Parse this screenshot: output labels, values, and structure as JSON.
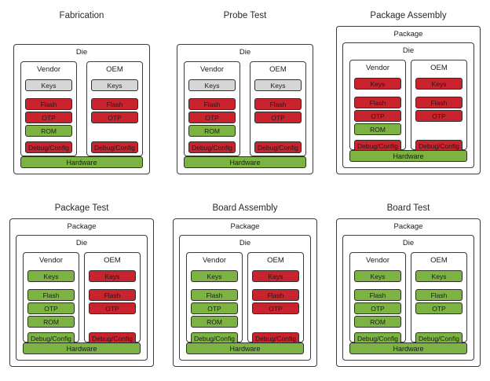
{
  "palette": {
    "red": "#C9232E",
    "green": "#7CB342",
    "gray": "#D6D6D6",
    "box_border": "#3c3c3c"
  },
  "labels": {
    "package": "Package",
    "die": "Die",
    "hardware": "Hardware"
  },
  "diagrams": [
    {
      "title": "Fabrication",
      "has_package": false,
      "columns": [
        {
          "name": "Vendor",
          "chips": [
            {
              "label": "Keys",
              "color": "gray"
            },
            {
              "label": "Flash",
              "color": "red"
            },
            {
              "label": "OTP",
              "color": "red"
            },
            {
              "label": "ROM",
              "color": "green"
            },
            {
              "label": "Debug/Config",
              "color": "red"
            }
          ]
        },
        {
          "name": "OEM",
          "chips": [
            {
              "label": "Keys",
              "color": "gray"
            },
            {
              "label": "Flash",
              "color": "red"
            },
            {
              "label": "OTP",
              "color": "red"
            },
            {
              "label": "Debug/Config",
              "color": "red"
            }
          ]
        }
      ]
    },
    {
      "title": "Probe Test",
      "has_package": false,
      "columns": [
        {
          "name": "Vendor",
          "chips": [
            {
              "label": "Keys",
              "color": "gray"
            },
            {
              "label": "Flash",
              "color": "red"
            },
            {
              "label": "OTP",
              "color": "red"
            },
            {
              "label": "ROM",
              "color": "green"
            },
            {
              "label": "Debug/Config",
              "color": "red"
            }
          ]
        },
        {
          "name": "OEM",
          "chips": [
            {
              "label": "Keys",
              "color": "gray"
            },
            {
              "label": "Flash",
              "color": "red"
            },
            {
              "label": "OTP",
              "color": "red"
            },
            {
              "label": "Debug/Config",
              "color": "red"
            }
          ]
        }
      ]
    },
    {
      "title": "Package Assembly",
      "has_package": true,
      "columns": [
        {
          "name": "Vendor",
          "chips": [
            {
              "label": "Keys",
              "color": "red"
            },
            {
              "label": "Flash",
              "color": "red"
            },
            {
              "label": "OTP",
              "color": "red"
            },
            {
              "label": "ROM",
              "color": "green"
            },
            {
              "label": "Debug/Config",
              "color": "red"
            }
          ]
        },
        {
          "name": "OEM",
          "chips": [
            {
              "label": "Keys",
              "color": "red"
            },
            {
              "label": "Flash",
              "color": "red"
            },
            {
              "label": "OTP",
              "color": "red"
            },
            {
              "label": "Debug/Config",
              "color": "red"
            }
          ]
        }
      ]
    },
    {
      "title": "Package Test",
      "has_package": true,
      "columns": [
        {
          "name": "Vendor",
          "chips": [
            {
              "label": "Keys",
              "color": "green"
            },
            {
              "label": "Flash",
              "color": "green"
            },
            {
              "label": "OTP",
              "color": "green"
            },
            {
              "label": "ROM",
              "color": "green"
            },
            {
              "label": "Debug/Config",
              "color": "green"
            }
          ]
        },
        {
          "name": "OEM",
          "chips": [
            {
              "label": "Keys",
              "color": "red"
            },
            {
              "label": "Flash",
              "color": "red"
            },
            {
              "label": "OTP",
              "color": "red"
            },
            {
              "label": "Debug/Config",
              "color": "red"
            }
          ]
        }
      ]
    },
    {
      "title": "Board Assembly",
      "has_package": true,
      "columns": [
        {
          "name": "Vendor",
          "chips": [
            {
              "label": "Keys",
              "color": "green"
            },
            {
              "label": "Flash",
              "color": "green"
            },
            {
              "label": "OTP",
              "color": "green"
            },
            {
              "label": "ROM",
              "color": "green"
            },
            {
              "label": "Debug/Config",
              "color": "green"
            }
          ]
        },
        {
          "name": "OEM",
          "chips": [
            {
              "label": "Keys",
              "color": "red"
            },
            {
              "label": "Flash",
              "color": "red"
            },
            {
              "label": "OTP",
              "color": "red"
            },
            {
              "label": "Debug/Config",
              "color": "red"
            }
          ]
        }
      ]
    },
    {
      "title": "Board Test",
      "has_package": true,
      "columns": [
        {
          "name": "Vendor",
          "chips": [
            {
              "label": "Keys",
              "color": "green"
            },
            {
              "label": "Flash",
              "color": "green"
            },
            {
              "label": "OTP",
              "color": "green"
            },
            {
              "label": "ROM",
              "color": "green"
            },
            {
              "label": "Debug/Config",
              "color": "green"
            }
          ]
        },
        {
          "name": "OEM",
          "chips": [
            {
              "label": "Keys",
              "color": "green"
            },
            {
              "label": "Flash",
              "color": "green"
            },
            {
              "label": "OTP",
              "color": "green"
            },
            {
              "label": "Debug/Config",
              "color": "green"
            }
          ]
        }
      ]
    }
  ]
}
